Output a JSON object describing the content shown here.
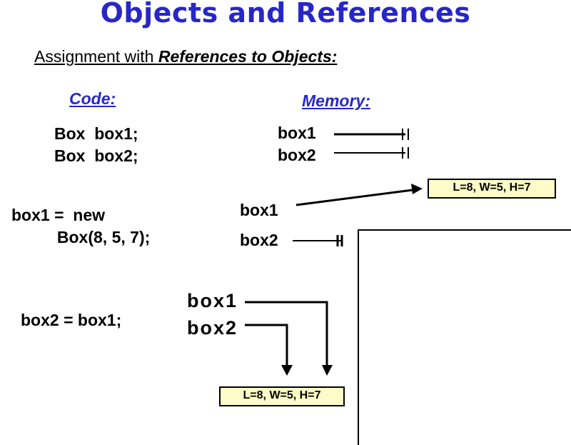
{
  "title": "Objects and References",
  "subtitle": {
    "prefix": "Assignment with ",
    "emphasis": "References to Objects:"
  },
  "headings": {
    "code": "Code:",
    "memory": "Memory:"
  },
  "section1": {
    "code": [
      "Box  box1;",
      "Box  box2;"
    ],
    "memory": [
      {
        "name": "box1",
        "value": "null"
      },
      {
        "name": "box2",
        "value": "null"
      }
    ]
  },
  "section2": {
    "code": [
      "box1 =  new",
      "          Box(8, 5, 7);"
    ],
    "memory": [
      {
        "name": "box1",
        "points_to": "object"
      },
      {
        "name": "box2",
        "value": "null"
      }
    ],
    "object": "L=8, W=5, H=7"
  },
  "section3": {
    "code": [
      "box2 = box1;"
    ],
    "memory": [
      {
        "name": "box1",
        "points_to": "object"
      },
      {
        "name": "box2",
        "points_to": "object"
      }
    ],
    "object": "L=8, W=5, H=7"
  },
  "colors": {
    "heading": "#2727c8",
    "object_fill": "#fdfcc8",
    "text": "#000000"
  }
}
